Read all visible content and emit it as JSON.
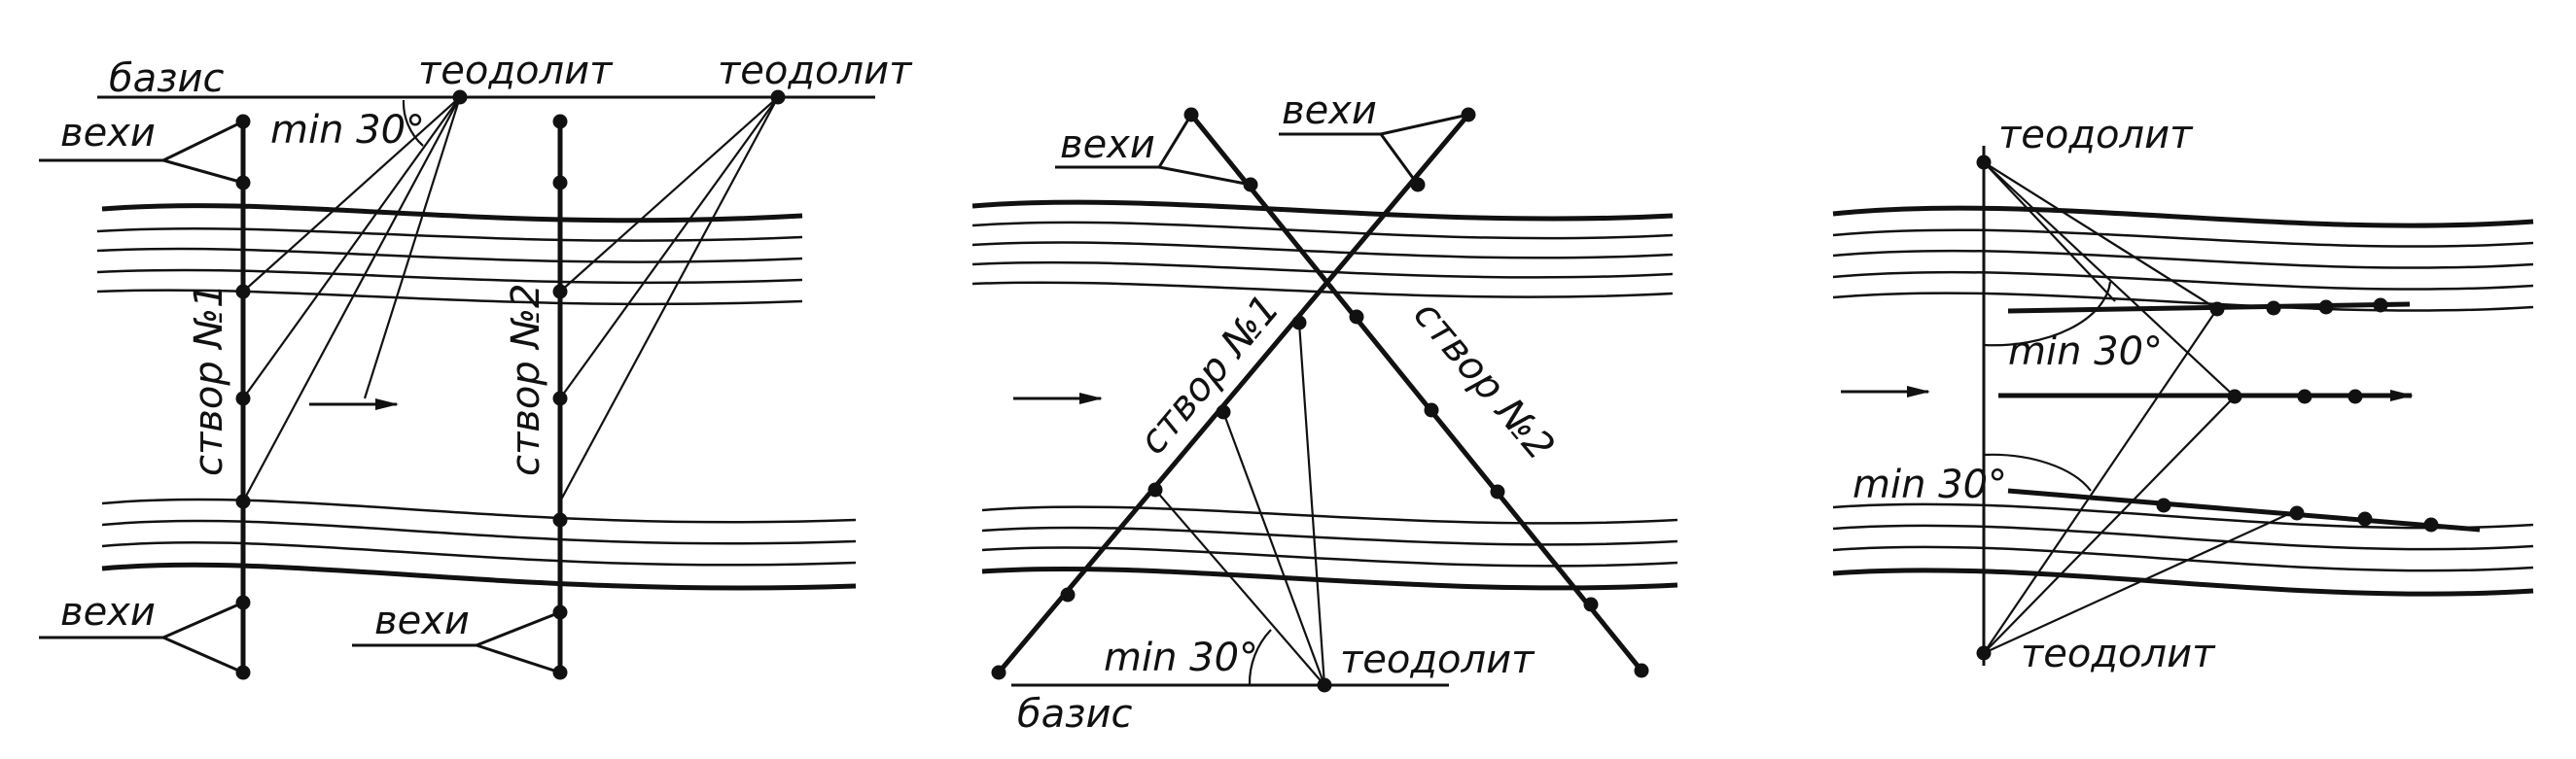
{
  "labels": {
    "basis": "базис",
    "theodolite": "теодолит",
    "poles": "вехи",
    "min_angle": "min 30°",
    "section_1": "створ №1",
    "section_2": "створ №2"
  },
  "colors": {
    "ink": "#111111",
    "background": "#ffffff"
  }
}
